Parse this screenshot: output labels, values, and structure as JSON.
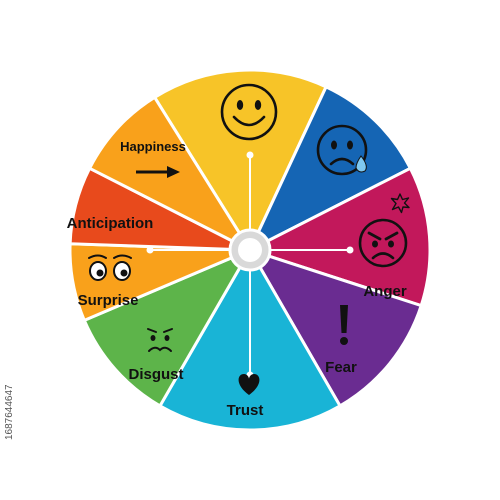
{
  "wheel": {
    "center_hub": "",
    "segments": [
      {
        "key": "happiness-face",
        "label": "",
        "color": "#f7c428",
        "icon": "smiley-face-icon"
      },
      {
        "key": "anger-face",
        "label": "",
        "color": "#1565b4",
        "icon": "sad-tear-face-icon"
      },
      {
        "key": "anger",
        "label": "Anger",
        "color": "#c2185b",
        "icon": "angry-face-icon"
      },
      {
        "key": "fear",
        "label": "Fear",
        "color": "#6a2c91",
        "icon": "exclamation-icon"
      },
      {
        "key": "trust",
        "label": "Trust",
        "color": "#19b4d6",
        "icon": "heart-icon"
      },
      {
        "key": "disgust",
        "label": "Disgust",
        "color": "#5db44a",
        "icon": "grimace-face-icon"
      },
      {
        "key": "surprise",
        "label": "Surprise",
        "color": "#f9a11b",
        "icon": "wide-eyes-icon"
      },
      {
        "key": "anticipation",
        "label": "Anticipation",
        "color": "#e84a1c",
        "icon": ""
      },
      {
        "key": "happiness",
        "label": "Happiness",
        "color": "#f9a11b",
        "icon": "arrow-right-icon"
      }
    ]
  },
  "colors": {
    "divider": "#ffffff",
    "hub": "#d9d9d9",
    "text": "#111111"
  },
  "stock_id": "1687644647"
}
